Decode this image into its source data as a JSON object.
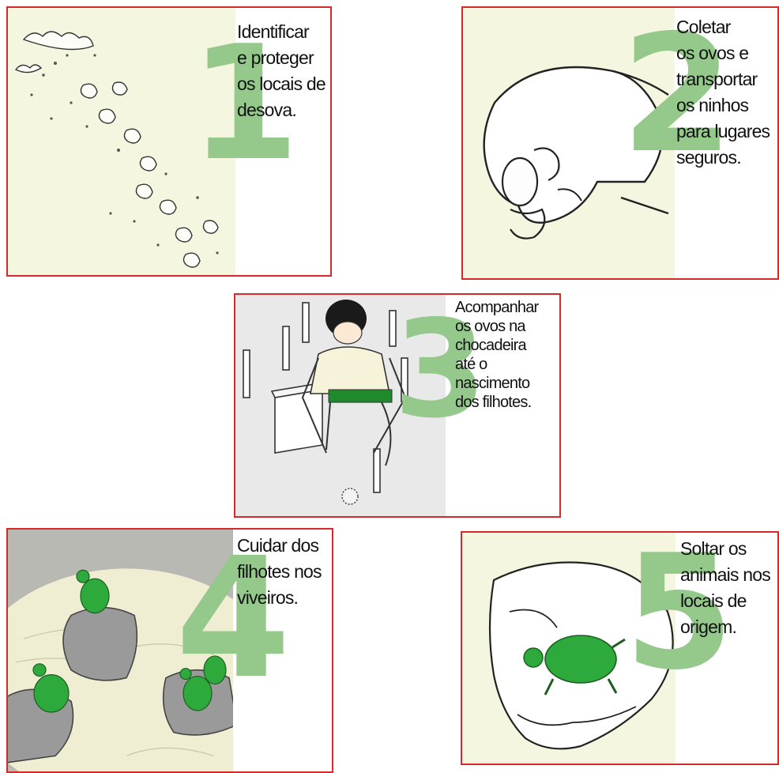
{
  "colors": {
    "panel_border": "#d42a2a",
    "step_number": "#95c98b",
    "panel_background": "#f5f5dc"
  },
  "steps": [
    {
      "number": "1",
      "illustration": "turtle-tracks-illustration",
      "lines": [
        "Identificar",
        "e proteger",
        "os locais de",
        "desova."
      ]
    },
    {
      "number": "2",
      "illustration": "hand-holding-egg-illustration",
      "lines": [
        "Coletar",
        "os ovos e",
        "transportar",
        "os ninhos",
        "para lugares",
        "seguros."
      ]
    },
    {
      "number": "3",
      "illustration": "person-at-hatchery-illustration",
      "lines": [
        "Acompanhar",
        "os ovos na",
        "chocadeira",
        "até o",
        "nascimento",
        "dos filhotes."
      ]
    },
    {
      "number": "4",
      "illustration": "hatchlings-in-nursery-illustration",
      "lines": [
        "Cuidar dos",
        "filhotes nos",
        "viveiros."
      ]
    },
    {
      "number": "5",
      "illustration": "hand-releasing-turtle-illustration",
      "lines": [
        "Soltar os",
        "animais nos",
        "locais de",
        "origem."
      ]
    }
  ]
}
